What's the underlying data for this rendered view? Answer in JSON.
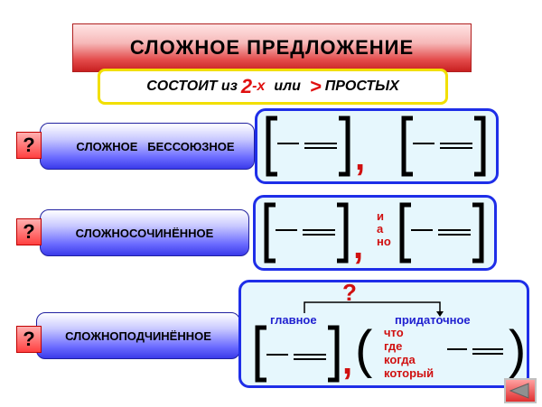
{
  "title": "СЛОЖНОЕ   ПРЕДЛОЖЕНИЕ",
  "subtitle": {
    "part1": "СОСТОИТ  из",
    "num": "2",
    "part2": "-х",
    "part3": "или",
    "gt": ">",
    "part4": "ПРОСТЫХ"
  },
  "rows": [
    {
      "question": "?",
      "label": "СЛОЖНОЕ   БЕССОЮЗНОЕ",
      "comma": ","
    },
    {
      "question": "?",
      "label": "СЛОЖНОСОЧИНЁННОЕ",
      "comma": ",",
      "conjunctions": [
        "и",
        "а",
        "но"
      ]
    },
    {
      "question": "?",
      "label": "СЛОЖНОПОДЧИНЁННОЕ",
      "comma": ",",
      "question_arrow": "?",
      "main_label": "главное",
      "sub_label": "придаточное",
      "words": [
        "что",
        "где",
        "когда",
        "который"
      ],
      "open_paren": "(",
      "close_paren": ")"
    }
  ],
  "nav": {
    "icon": "left-arrow-icon"
  },
  "colors": {
    "accent_red": "#d01010",
    "border_blue": "#1e2ee8",
    "box_fill": "#e6f7fd"
  }
}
